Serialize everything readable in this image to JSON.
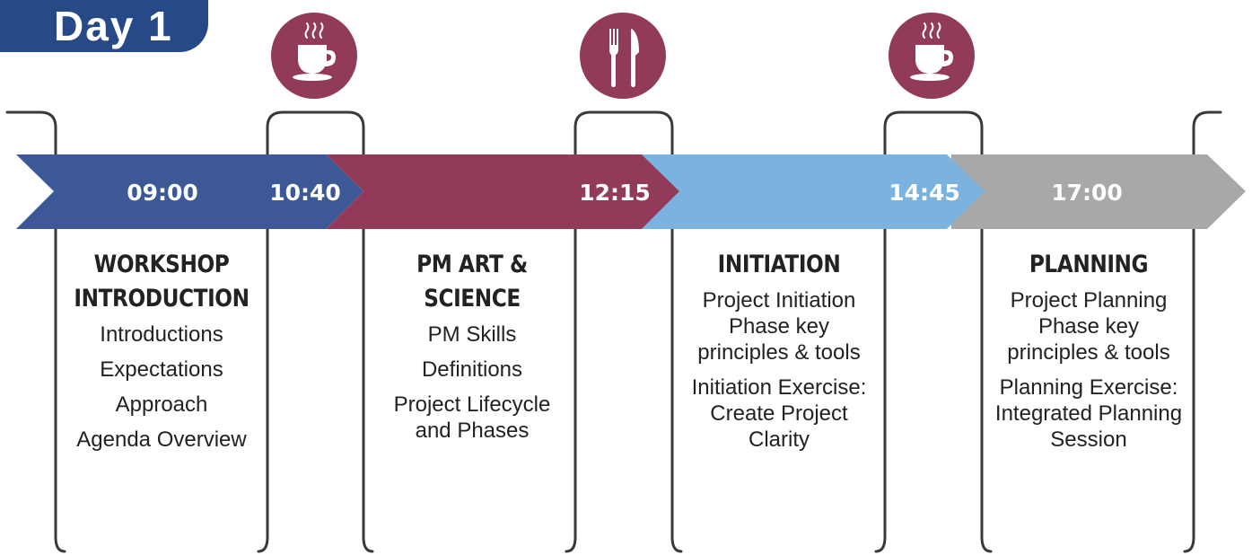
{
  "header": {
    "day_label": "Day  1"
  },
  "colors": {
    "navy": "#264a87",
    "arrow_blue": "#3c5896",
    "maroon": "#923a5a",
    "light_blue": "#7ab3e0",
    "gray": "#a8a8a8",
    "outline": "#3a3a3a"
  },
  "breaks": [
    {
      "icon": "coffee-cup-icon"
    },
    {
      "icon": "fork-knife-icon"
    },
    {
      "icon": "coffee-cup-icon"
    }
  ],
  "times": [
    "09:00",
    "10:40",
    "12:15",
    "14:45",
    "17:00"
  ],
  "sections": [
    {
      "title_lines": [
        "WORKSHOP",
        "INTRODUCTION"
      ],
      "items": [
        "Introductions",
        "Expectations",
        "Approach",
        "Agenda Overview"
      ]
    },
    {
      "title_lines": [
        "PM ART &",
        "SCIENCE"
      ],
      "items": [
        "PM Skills",
        "Definitions",
        "Project Lifecycle and Phases"
      ]
    },
    {
      "title_lines": [
        "INITIATION"
      ],
      "items": [
        "Project Initiation Phase key principles & tools",
        "Initiation Exercise: Create Project Clarity"
      ]
    },
    {
      "title_lines": [
        "PLANNING"
      ],
      "items": [
        "Project Planning Phase key principles & tools",
        "Planning Exercise: Integrated Planning Session"
      ]
    }
  ]
}
